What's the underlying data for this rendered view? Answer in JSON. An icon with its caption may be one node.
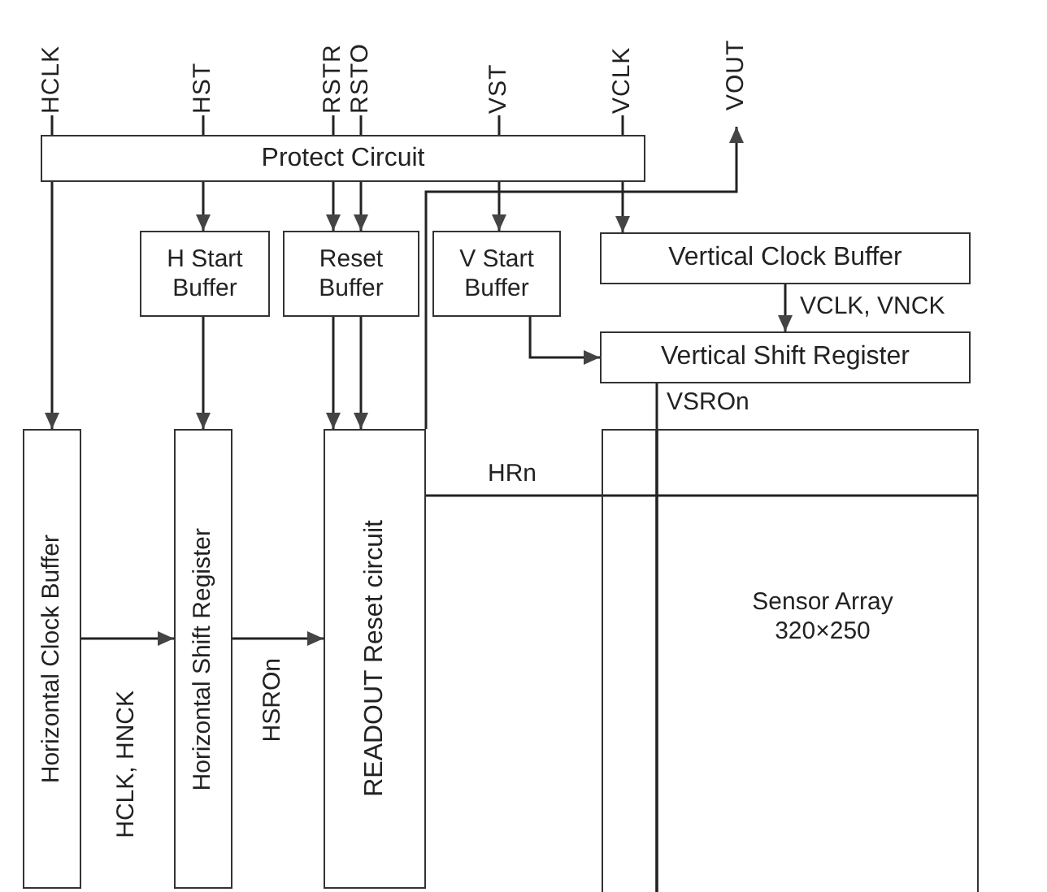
{
  "diagram": {
    "nodes": [
      {
        "text": [
          "HCLK"
        ]
      },
      {
        "text": [
          "HST"
        ]
      },
      {
        "text": [
          "RSTR"
        ]
      },
      {
        "text": [
          "RSTO"
        ]
      },
      {
        "text": [
          "VST"
        ]
      },
      {
        "text": [
          "VCLK"
        ]
      },
      {
        "text": [
          "VOUT"
        ]
      },
      {
        "text": [
          "Protect Circuit"
        ]
      },
      {
        "text": [
          "H Start Buffer"
        ]
      },
      {
        "text": [
          "Reset Buffer"
        ]
      },
      {
        "text": [
          "V Start Buffer"
        ]
      },
      {
        "text": [
          "Vertical Clock Buffer"
        ]
      },
      {
        "text": [
          "Vertical Shift Register"
        ]
      },
      {
        "text": [
          "Horizontal Clock Buffer"
        ]
      },
      {
        "text": [
          "Horizontal Shift Register"
        ]
      },
      {
        "text": [
          "READOUT Reset circuit"
        ]
      },
      {
        "text": [
          "Sensor Array 320×250"
        ]
      }
    ],
    "edges": [
      {
        "from": 0,
        "to": 7,
        "arrow": "none"
      },
      {
        "from": 1,
        "to": 7,
        "arrow": "none"
      },
      {
        "from": 2,
        "to": 7,
        "arrow": "none"
      },
      {
        "from": 3,
        "to": 7,
        "arrow": "none"
      },
      {
        "from": 4,
        "to": 7,
        "arrow": "none"
      },
      {
        "from": 5,
        "to": 7,
        "arrow": "none"
      },
      {
        "from": 7,
        "to": 13,
        "arrow": "to"
      },
      {
        "from": 7,
        "to": 8,
        "arrow": "to"
      },
      {
        "from": 7,
        "to": 9,
        "arrow": "to"
      },
      {
        "from": 7,
        "to": 9,
        "arrow": "to"
      },
      {
        "from": 7,
        "to": 10,
        "arrow": "to"
      },
      {
        "from": 7,
        "to": 11,
        "arrow": "to"
      },
      {
        "from": 8,
        "to": 14,
        "arrow": "to"
      },
      {
        "from": 9,
        "to": 15,
        "arrow": "to"
      },
      {
        "from": 9,
        "to": 15,
        "arrow": "to"
      },
      {
        "from": 10,
        "to": 12,
        "arrow": "to"
      },
      {
        "from": 11,
        "to": 12,
        "arrow": "to",
        "label": "VCLK, VNCK"
      },
      {
        "from": 13,
        "to": 14,
        "arrow": "to",
        "label": "HCLK, HNCK"
      },
      {
        "from": 14,
        "to": 15,
        "arrow": "to",
        "label": "HSROn"
      },
      {
        "from": 15,
        "to": 6,
        "arrow": "to"
      },
      {
        "from": 12,
        "to": 16,
        "arrow": "none",
        "label": "VSROn"
      },
      {
        "from": 15,
        "to": 16,
        "arrow": "none",
        "label": "HRn"
      }
    ]
  }
}
